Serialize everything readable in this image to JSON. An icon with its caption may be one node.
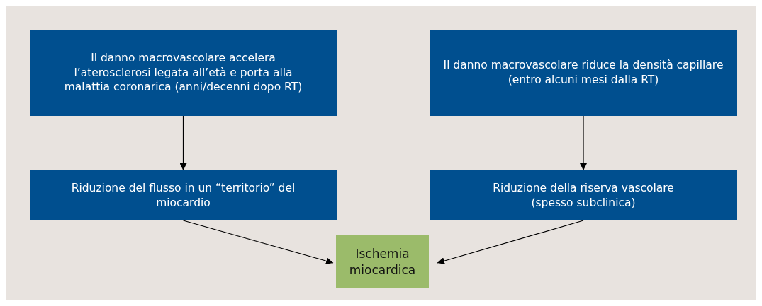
{
  "diagram": {
    "nodes": [
      {
        "text": [
          "Il danno macrovascolare accelera l’aterosclerosi legata all’età e porta alla malattia coronarica (anni/decenni dopo RT)"
        ]
      },
      {
        "text": [
          "Il danno macrovascolare riduce la densità capillare (entro alcuni mesi dalla RT)"
        ]
      },
      {
        "text": [
          "Riduzione del flusso in un “territorio” del miocardio"
        ]
      },
      {
        "text": [
          "Riduzione della riserva vascolare (spesso subclinica)"
        ]
      },
      {
        "text": [
          "Ischemia miocardica"
        ]
      }
    ],
    "edges": [
      {
        "from": 0,
        "to": 2,
        "arrow": "to"
      },
      {
        "from": 1,
        "to": 3,
        "arrow": "to"
      },
      {
        "from": 2,
        "to": 4,
        "arrow": "to"
      },
      {
        "from": 3,
        "to": 4,
        "arrow": "to"
      }
    ]
  }
}
